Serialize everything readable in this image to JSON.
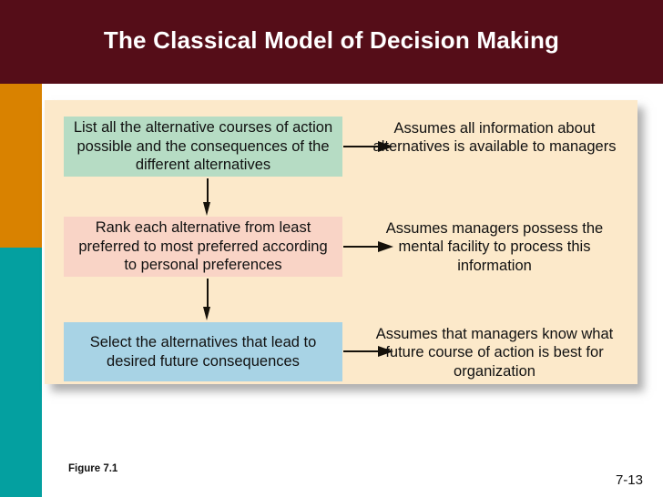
{
  "slide": {
    "title": "The Classical Model of Decision Making",
    "title_bar_color": "#550d18",
    "title_text_color": "#ffffff",
    "background_color": "#ffffff"
  },
  "accents": {
    "orange_bar_color": "#d98200",
    "teal_bar_color": "#04a0a0"
  },
  "figure": {
    "panel_color": "#fce9ca",
    "steps": [
      {
        "id": "list",
        "text": "List all the alternative courses of action possible and the consequences of the different alternatives",
        "color": "#b6dcc4",
        "assumption": "Assumes all information about alternatives is available to managers"
      },
      {
        "id": "rank",
        "text": "Rank each alternative from least preferred to most preferred according to personal preferences",
        "color": "#f9d4c6",
        "assumption": "Assumes managers possess the mental facility to process this information"
      },
      {
        "id": "select",
        "text": "Select the alternatives that lead to desired future consequences",
        "color": "#a8d3e5",
        "assumption": "Assumes that managers know what future course of action is best for organization"
      }
    ]
  },
  "footer": {
    "figure_caption": "Figure 7.1",
    "slide_number": "7-13"
  }
}
